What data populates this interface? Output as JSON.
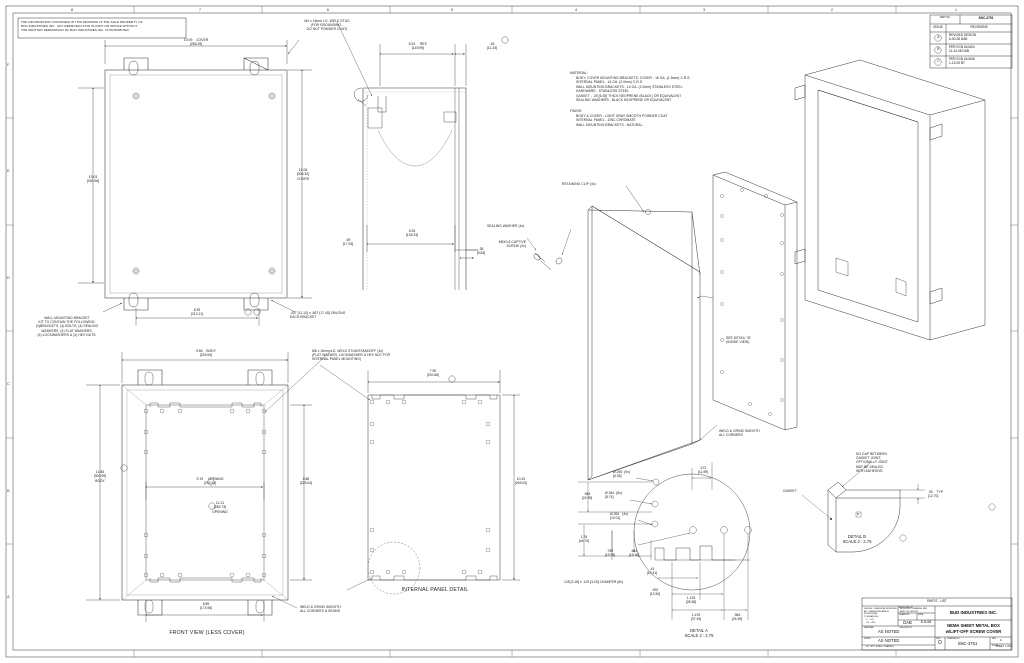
{
  "sheet": {
    "border_zones_top": [
      "8",
      "7",
      "6",
      "5",
      "4",
      "3",
      "2",
      "1"
    ],
    "border_zones_left": [
      "F",
      "E",
      "D",
      "C",
      "B",
      "A"
    ]
  },
  "proprietary_note": "THE INFORMATION CONTAINED IN THIS DRAWING IS THE SOLE PROPERTY OF\nBUD INDUSTRIES INC.  ANY REPRODUCTION IN PART OR WHOLE WITHOUT\nTHE WRITTEN PERMISSION OF BUD INDUSTRIES INC. IS PROHIBITED.",
  "revision_block": {
    "part_label": "PART NO.",
    "part_number": "SNC-3751",
    "headers": [
      "ISSUE",
      "REVISIONS"
    ],
    "rows": [
      {
        "issue": "A",
        "text": "REVISED DESIGN\n6-30-08 DAB"
      },
      {
        "issue": "B",
        "text": "PER ECN #10404\n11-24-08 DAB"
      },
      {
        "issue": "C",
        "text": "PER ECN #10446\n1-13-09 BT"
      }
    ]
  },
  "notes": {
    "material_title": "MATERIAL:",
    "material_lines": [
      "BODY, COVER MOUNTING BRACKETS, COVER - 16 GA. (1.5mm) C.R.S.",
      "INTERNAL PANEL - 14 GA. (2.0mm) C.R.S.",
      "WALL MOUNTING BRACKETS - 14 GA. (2.0mm) STAINLESS STEEL",
      "HARDWARE - STAINLESS STEEL",
      "GASKET - .25 [6.35] THICK NEOPRENE (BLACK) OR EQUIVALENT",
      "SEALING WASHERS - BLACK NEOPRENE OR EQUIVALENT"
    ],
    "finish_title": "FINISH:",
    "finish_lines": [
      "BODY & COVER - LIGHT GRAY SMOOTH POWDER COAT",
      "INTERNAL PANEL - ZINC CHROMATE",
      "WALL MOUNTING BRACKETS - NATURAL"
    ]
  },
  "callouts": {
    "ground_stud": "M4 x 16mm LG. WELD STUD\n(FOR GROUNDING -\nDO NOT POWDER COAT)",
    "wall_bracket_kit": "WALL MOUNTING BRACKET\nKIT TO CONTAIN THE FOLLOWING:\n(4)BRACKETS, (4) BOLTS, (4) SEALING\nWASHERS, (4) FLAT WASHERS,\n(4) LOCKWASHERS & (4) HEX NUTS.",
    "oblong": ".437 [11.10] x .687 [17.45] OBLONG\nEACH BRACKET",
    "sealing_washer": "SEALING WASHER (4x)",
    "captive_screw": "M5X0.8 CAPTIVE\nSCREW (4x)",
    "retaining_clip": "RETAINING CLIP (4x)",
    "see_detail_b": "SEE DETAIL \"B\"\n(INSIDE VIEW)",
    "weld_grind_iso": "WELD & GRIND SMOOTH\nALL CORNERS",
    "weld_stud_standoff": "M8 x 16mm LG. WELD STUD/STANDOFF (4x)\n(FLAT WASHER, LOCKWASHER & HEX NUT FOR\nINTERNAL PANEL MOUNTING)",
    "weld_grind_front": "WELD & GRIND SMOOTH\nALL CORNERS & SEAMS",
    "no_gap": "NO GAP BETWEEN\nGASKET JOINT,\nOPTIONALLY JOINT\nMAY BE SEALED\nWITH ADHESIVE.",
    "gasket": "GASKET"
  },
  "view_titles": {
    "front_view": "FRONT VIEW (LESS COVER)",
    "internal_panel": "INTERNAL PANEL DETAIL",
    "detail_a": "DETAIL A\nSCALE 2 : 2.75",
    "detail_b": "DETAIL B\nSCALE 2 : 2.75"
  },
  "dimensions": {
    "cover_width": "10.09    COVER\n[256.29]",
    "cover_height_left": "13.03\n[330.96]",
    "cover_height_right": "12.06\n[306.32]\nCOVER",
    "bracket_span": "8.39\n[213.11]",
    "side_ref": "5.91     REF.\n[149.99]",
    "side_45": ".45\n[11.43]",
    "side_533": "5.33\n[135.33]",
    "side_38": ".38\n[9.53]",
    "side_69": ".69\n[17.53]",
    "body_width": "9.84    BODY\n[249.94]",
    "body_height": "11.85\n[300.99]\nBODY",
    "opening_w": "9.19     OPENING\n[233.43]",
    "opening_h": "11.21\n[284.73]\nOPENING",
    "body_886": "8.86\n[225.04]",
    "front_bottom": "6.89\n[174.96]",
    "panel_width": "7.90\n[200.66]",
    "panel_height": "10.43\n[265.00]",
    "detail_b_50": ".50    TYP.\n[12.70]"
  },
  "detail_a_dims": {
    "d250": "Ø.250  (9x)\n[6.35]",
    "d344": "Ø.344  (8x)\n[8.74]",
    "d394": "Ø.394   (4x)\n[10.01]",
    "d472": ".472\n[11.99]",
    "d984_left": ".984\n[24.99]",
    "d176": "1.76\n[44.70]",
    "d787": ".787\n[19.99]",
    "d644": ".644\n[16.36]",
    "d41": ".41\n[10.41]",
    "chamfer": ".125 [3.18] x .125 [3.18] CHAMFER (8x)",
    "d492": ".492\n[12.50]",
    "d1125": "1.125\n[28.58]",
    "d1476": "1.476\n[37.49]",
    "d984_right": ".984\n[24.99]"
  },
  "title_block": {
    "parts_list": "PARTS   LIST",
    "company": "BUD INDUSTRIES INC.",
    "title": "NEMA SHEET METAL BOX\nw/LIFT-OFF SCREW COVER",
    "tolerance_note": "UNLESS OTHERWISE SPECIFIED\nALL DIMENSIONS ARE IN\nINCHES [MM]\nTOLERANCES:\n   .X   ±.03\n   .XX  ±.015",
    "interpret_note": "INTERPRET DRAWING PER\nANSI Y14.5M-1982",
    "drawn_label": "DRAWN BY",
    "drawn_by": "DAB",
    "date_label": "DATE",
    "date": "5-5-08",
    "approved_label": "APPROVED BY",
    "checked_label": "CHECKED BY",
    "material_label": "MATERIAL",
    "material_value": "AS NOTED",
    "finish_label": "FINISH",
    "finish_value": "AS NOTED",
    "scale_note": "DO  NOT  SCALE  DRAWING",
    "size_label": "SIZE",
    "size": "D",
    "dwg_label": "DRAWING NO.",
    "dwg_no": "SNC-3751",
    "rev_label": "REV",
    "rev": "C",
    "scale_label": "SCALE",
    "sheet_label": "SHEET  1 OF 1"
  }
}
